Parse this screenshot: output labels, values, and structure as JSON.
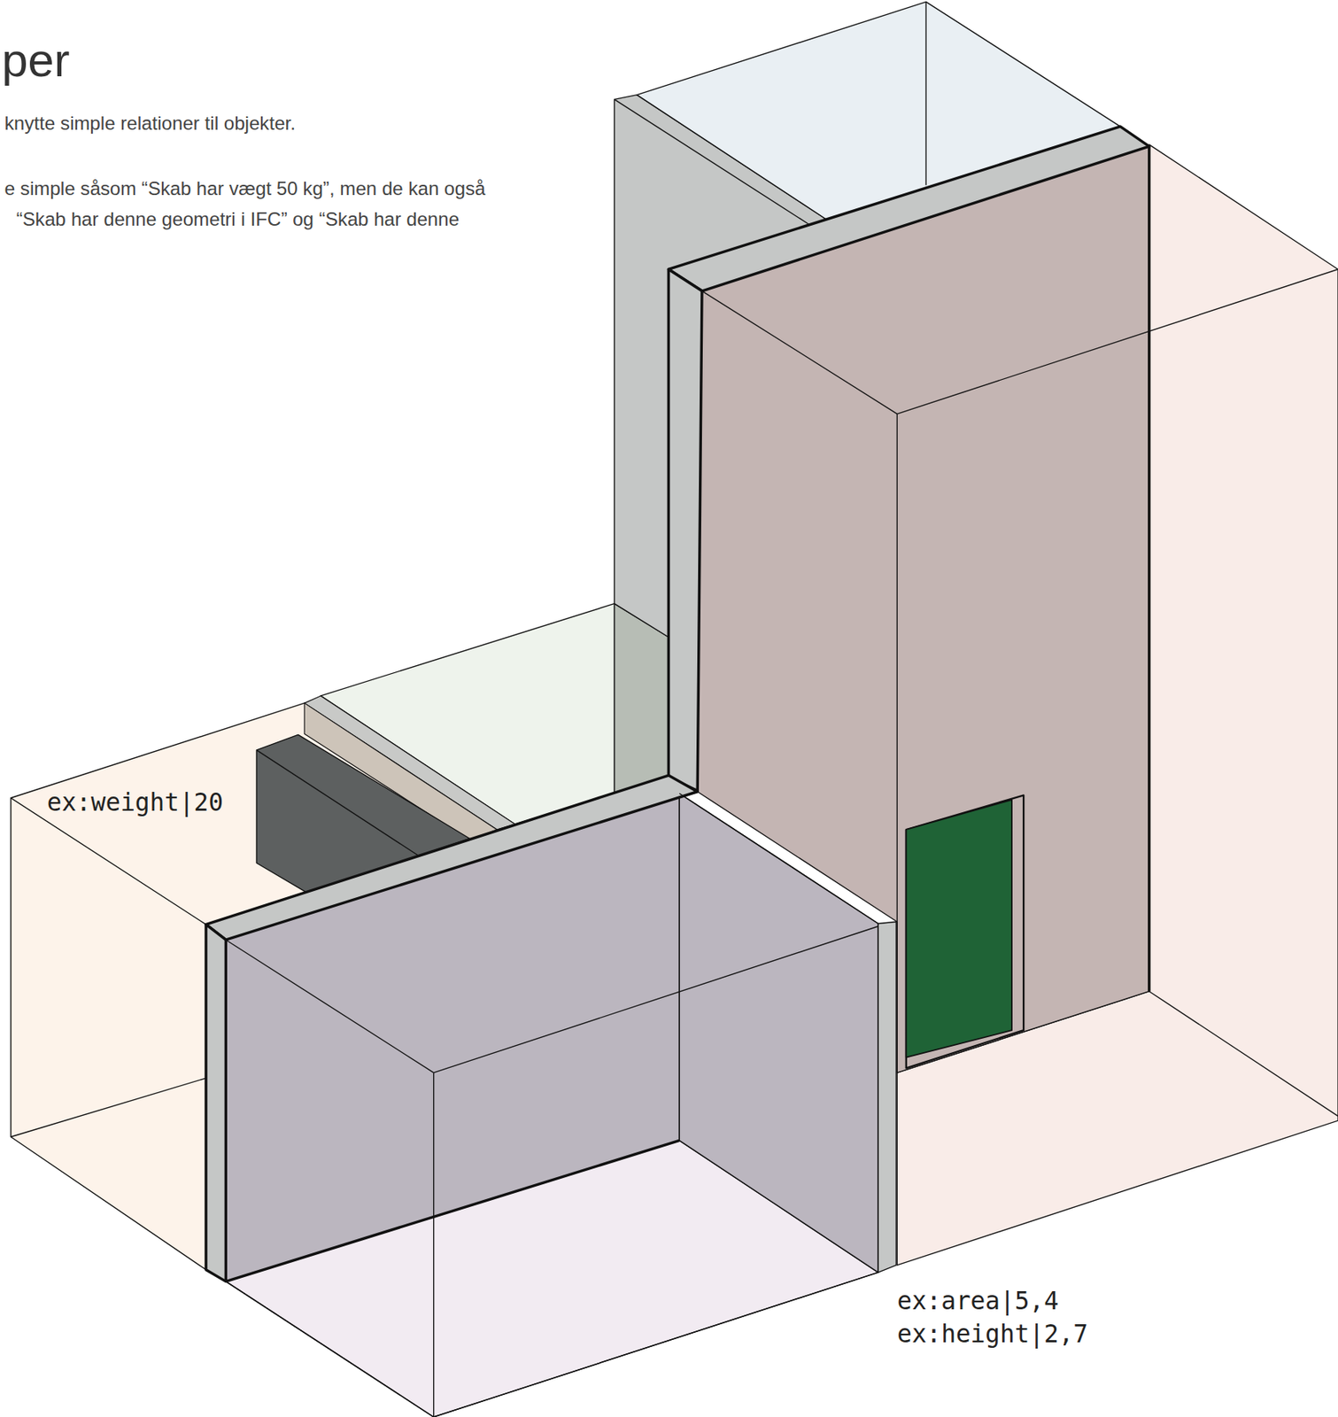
{
  "diagram": {
    "title": "per",
    "labels": [
      "knytte simple relationer til objekter.",
      "e simple såsom “Skab har vægt 50 kg”, men de kan også",
      "“Skab har denne geometri i IFC” og “Skab har denne",
      "ex:weight|20",
      "ex:area|5,4",
      "ex:height|2,7"
    ]
  }
}
